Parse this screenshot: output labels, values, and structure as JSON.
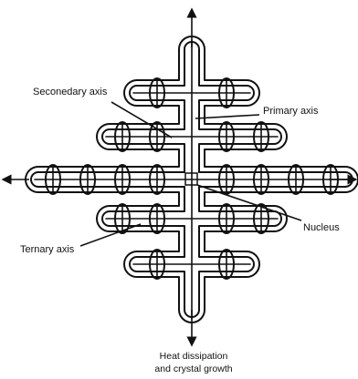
{
  "labels": {
    "secondary_axis": "Seconedary axis",
    "primary_axis": "Primary axis",
    "nucleus": "Nucleus",
    "ternary_axis": "Ternary axis",
    "caption_line1": "Heat dissipation",
    "caption_line2": "and crystal growth"
  },
  "colors": {
    "ink": "#111111",
    "background": "#ffffff"
  }
}
